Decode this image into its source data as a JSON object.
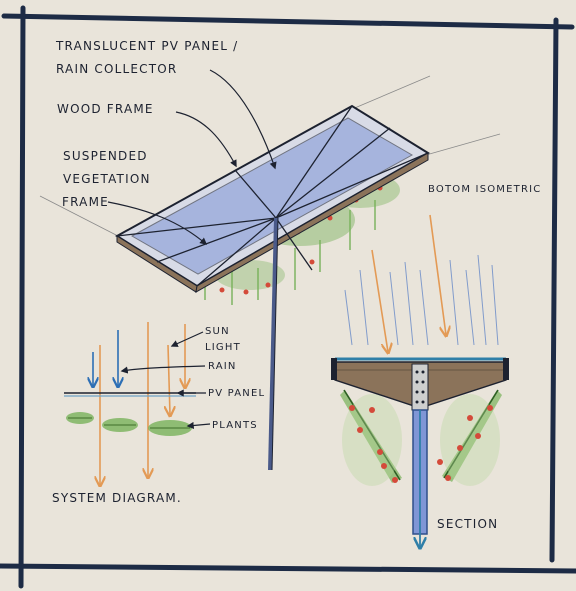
{
  "labels": {
    "pv_panel_line1": "TRANSLUCENT PV PANEL /",
    "pv_panel_line2": "RAIN COLLECTOR",
    "wood_frame": "WOOD FRAME",
    "veg_line1": "SUSPENDED",
    "veg_line2": "VEGETATION",
    "veg_line3": "FRAME",
    "bottom_isometric": "BOTOM ISOMETRIC",
    "sun_line1": "SUN",
    "sun_line2": "LIGHT",
    "rain": "RAIN",
    "pv_panel_short": "PV PANEL",
    "plants": "PLANTS",
    "system_diagram": "SYSTEM DIAGRAM.",
    "section": "SECTION"
  },
  "colors": {
    "paper": "#e9e4da",
    "frame_border": "#1d2b45",
    "ink": "#1d2230",
    "panel_blue": "#7f96d6",
    "sun_orange": "#e39a55",
    "rain_blue": "#6f8fc9",
    "plant_green": "#78b25a",
    "berry_red": "#d44a3a",
    "wood_brown": "#8b735a"
  }
}
